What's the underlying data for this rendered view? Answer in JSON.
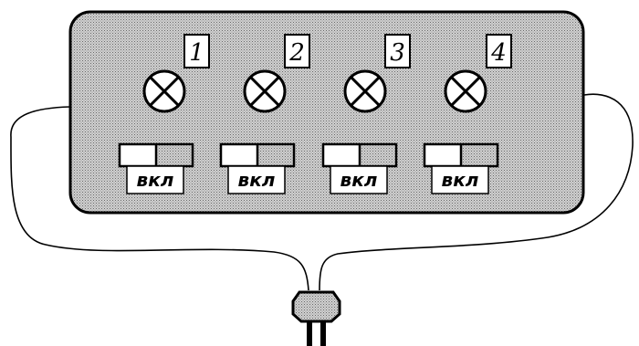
{
  "panel": {
    "channels": [
      {
        "number": "1",
        "switch_label": "вкл"
      },
      {
        "number": "2",
        "switch_label": "вкл"
      },
      {
        "number": "3",
        "switch_label": "вкл"
      },
      {
        "number": "4",
        "switch_label": "вкл"
      }
    ]
  },
  "colors": {
    "panel_fill": "#b8b8b8",
    "stroke": "#000000",
    "white": "#ffffff"
  },
  "icons": {
    "lamp": "lamp-icon",
    "plug": "plug-icon"
  }
}
